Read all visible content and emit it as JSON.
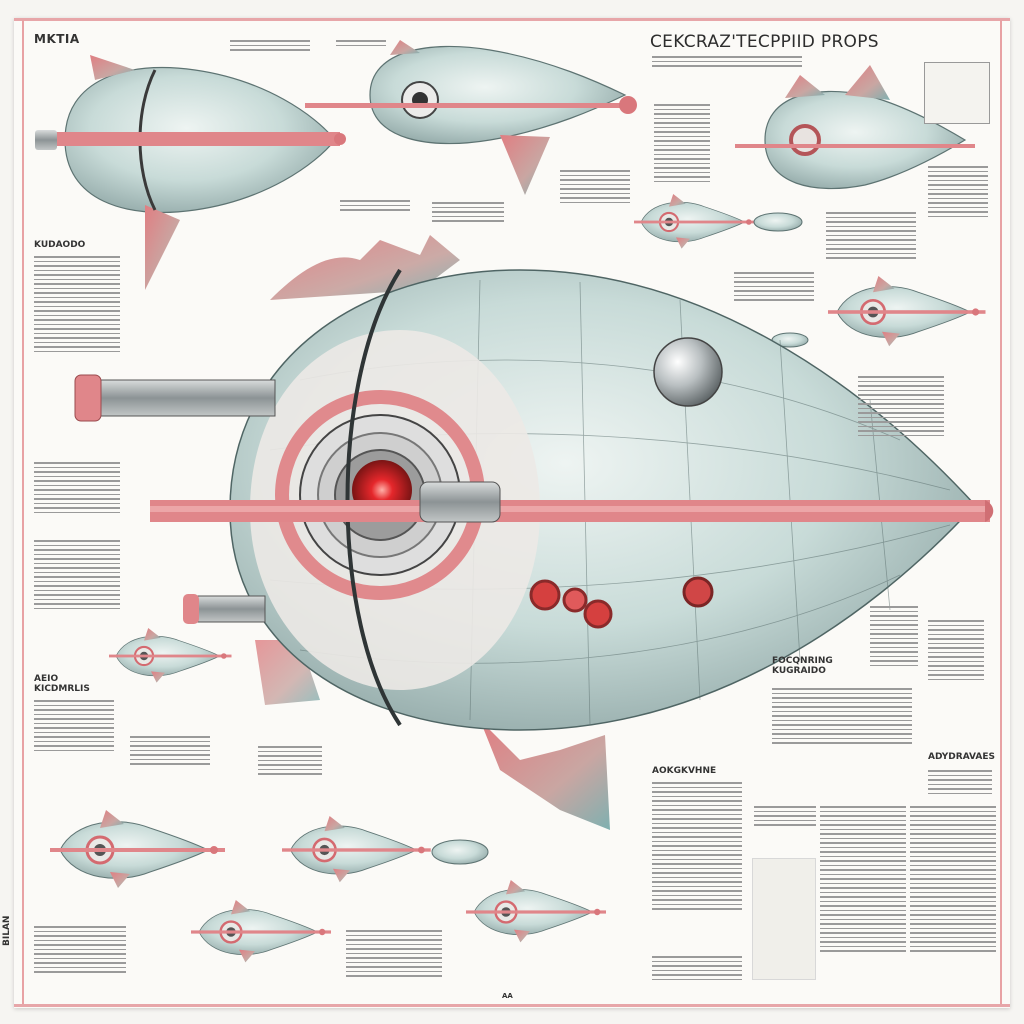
{
  "poster": {
    "title": "CEKCRAZ'TECPPIID PROPS",
    "corner_label": "MKTIA",
    "vertical_label": "BILAN",
    "page_number": "AA"
  },
  "sections": {
    "left_top": "KUDAODO",
    "left_mid": "AEIO KICDMRLIS",
    "right_mid": "FOCQNRING KUGRAIDO",
    "right_lower": "ADYDRAVAES",
    "center_lower": "AOKGKVHNE"
  },
  "colors": {
    "hull": "#c9dcda",
    "hull_light": "#e4eeec",
    "accent": "#e0868a",
    "frame": "#e7a6a9",
    "metal": "#9aa1a3",
    "core": "#e5272b"
  },
  "icons": [
    "ship-hero-illustration",
    "ship-thumbnail",
    "map-inset"
  ]
}
